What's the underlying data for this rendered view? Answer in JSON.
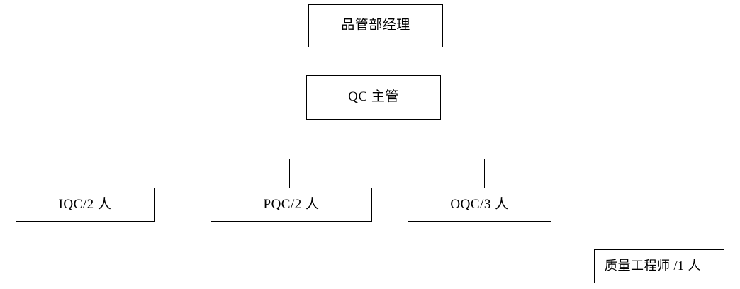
{
  "diagram": {
    "type": "org-chart",
    "title": "",
    "orientation": "top-down",
    "nodes": [
      {
        "id": "manager",
        "label": "品管部经理",
        "level": 0
      },
      {
        "id": "qc-supervisor",
        "label": "QC 主管",
        "level": 1
      },
      {
        "id": "iqc",
        "label": "IQC/2 人",
        "level": 2
      },
      {
        "id": "pqc",
        "label": "PQC/2 人",
        "level": 2
      },
      {
        "id": "oqc",
        "label": "OQC/3 人",
        "level": 2
      },
      {
        "id": "quality-engineer",
        "label": "质量工程师 /1 人",
        "level": 3
      }
    ],
    "edges": [
      {
        "from": "manager",
        "to": "qc-supervisor"
      },
      {
        "from": "qc-supervisor",
        "to": "iqc"
      },
      {
        "from": "qc-supervisor",
        "to": "pqc"
      },
      {
        "from": "qc-supervisor",
        "to": "oqc"
      },
      {
        "from": "qc-supervisor",
        "to": "quality-engineer"
      }
    ],
    "style": {
      "box_border_color": "#000000",
      "box_fill_color": "#ffffff",
      "connector_color": "#000000",
      "text_color": "#000000",
      "background_color": "#ffffff"
    }
  }
}
